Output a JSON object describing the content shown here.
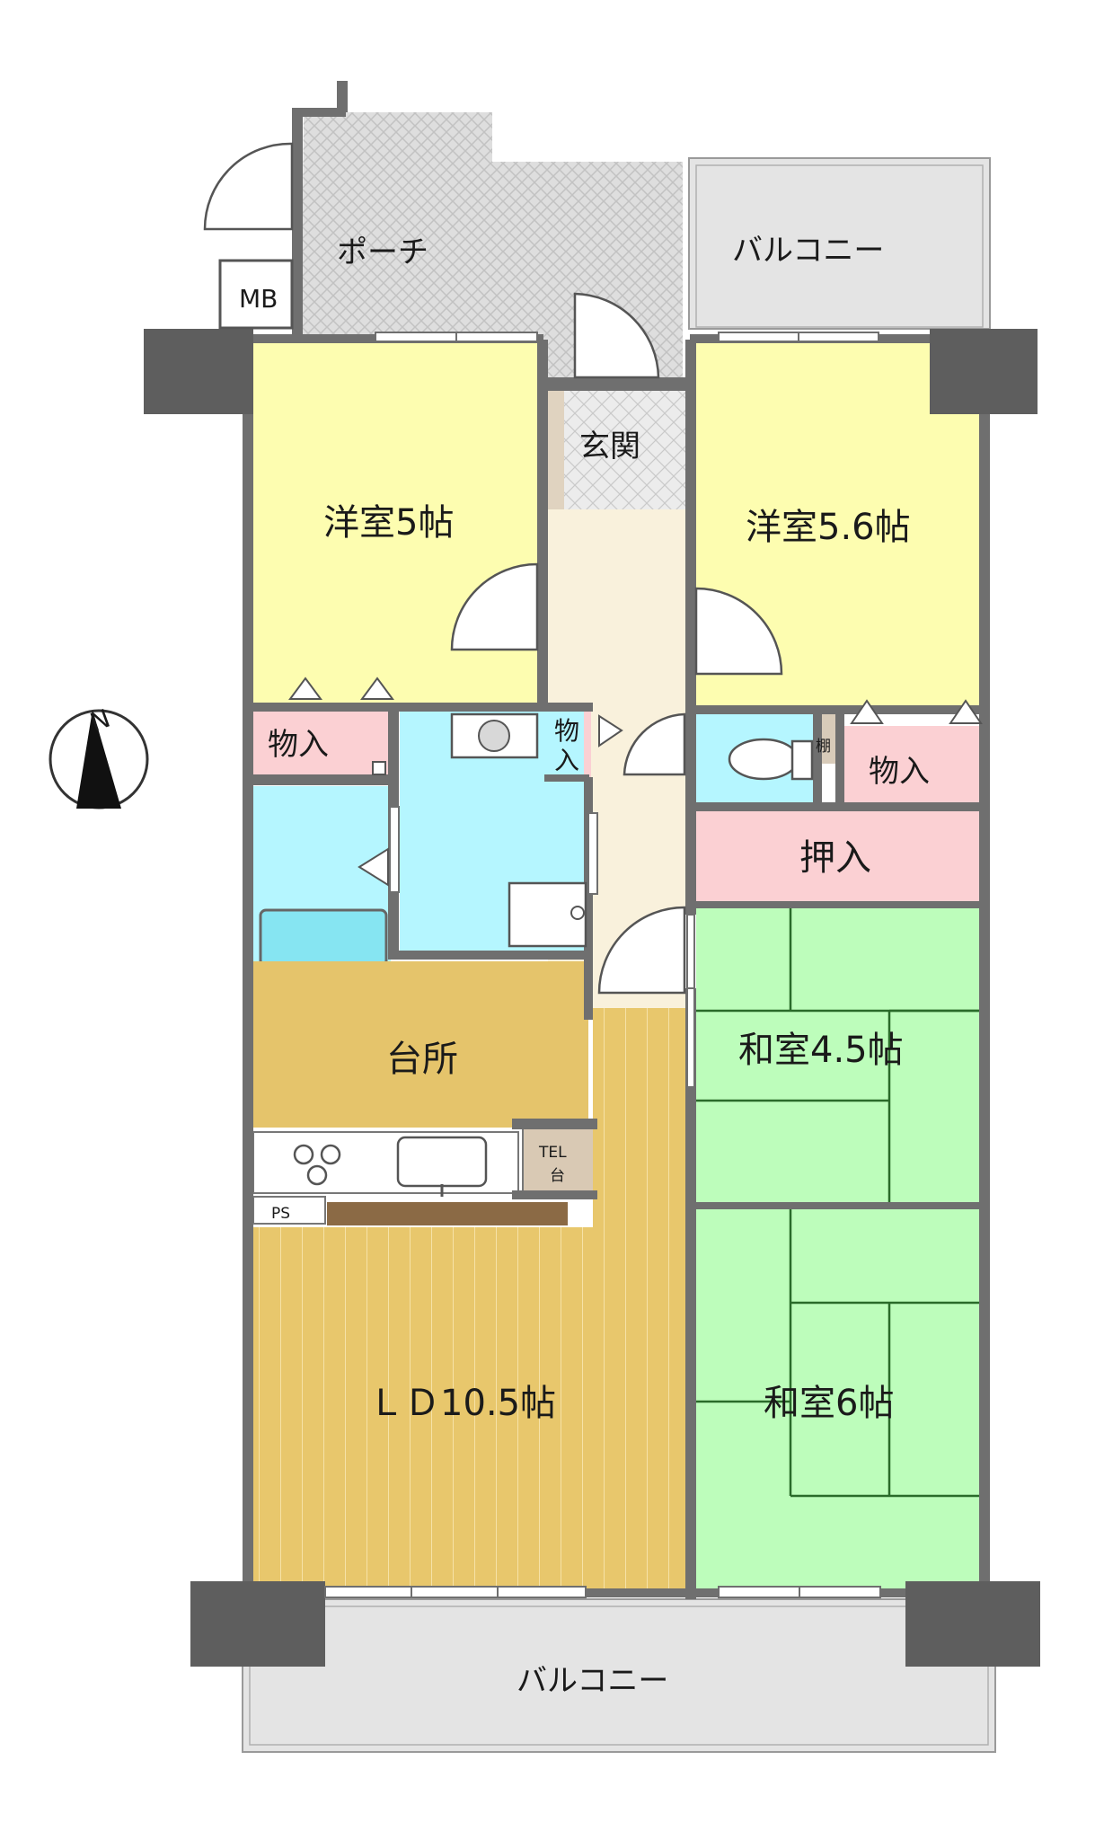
{
  "rooms": {
    "porch": "ポーチ",
    "mb": "MB",
    "balcony_top": "バルコニー",
    "balcony_bottom": "バルコニー",
    "genkan": "玄関",
    "western_left": "洋室5帖",
    "western_right": "洋室5.6帖",
    "storage_left": "物入",
    "storage_mid_a": "物",
    "storage_mid_b": "入",
    "shelf": "棚",
    "storage_right": "物入",
    "closet": "押入",
    "kitchen": "台所",
    "tel_a": "TEL",
    "tel_b": "台",
    "ps": "PS",
    "ld": "ＬＤ10.5帖",
    "japanese_upper": "和室4.5帖",
    "japanese_lower": "和室6帖",
    "north_mark": "N"
  },
  "colors": {
    "western": "#fdfdb0",
    "storage": "#fbd0d3",
    "wet": "#b5f6ff",
    "bath": "#86e5f2",
    "kitchen": "#e5c46b",
    "ld": "#e8c76c",
    "tatami": "#bdfdbb",
    "hall": "#f9f1dc",
    "balcony": "#e4e4e4",
    "porch": "#dcdcdc",
    "counter": "#8b6a45",
    "tel": "#d9c9b4"
  }
}
